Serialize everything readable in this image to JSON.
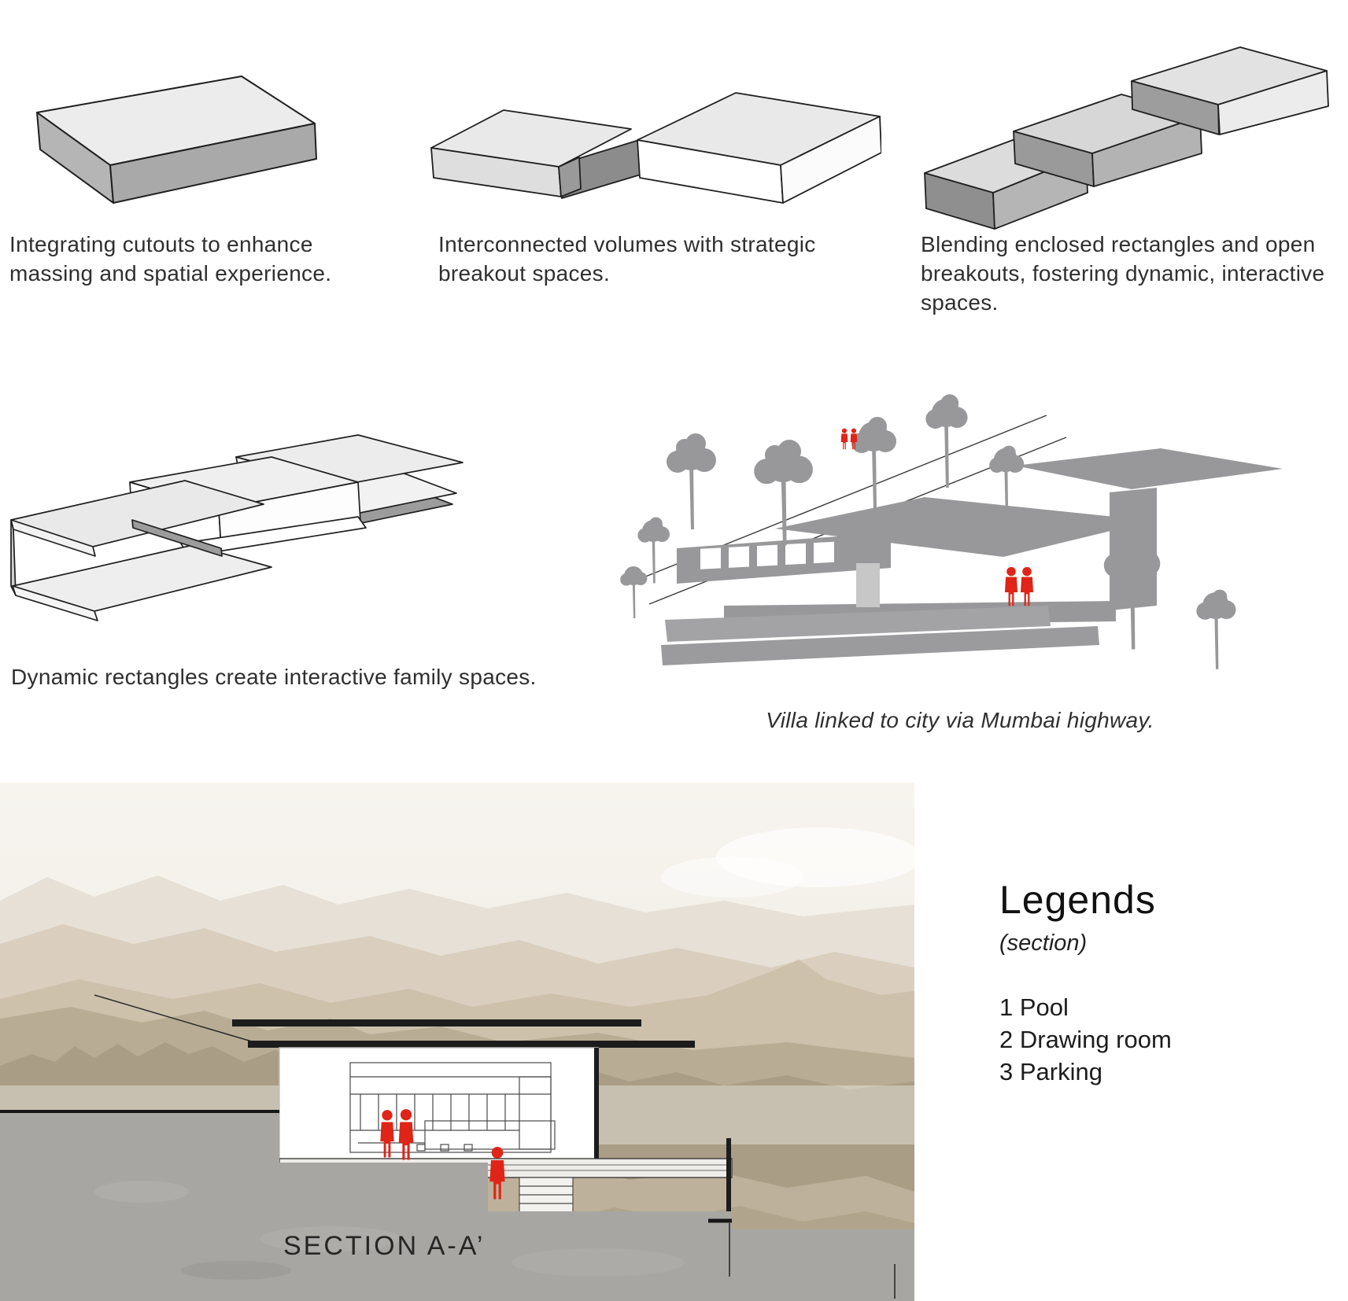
{
  "colors": {
    "accent_red": "#e02417",
    "tree_gray": "#98989a",
    "massing_top": "#ececec",
    "massing_front": "#a9a9a9",
    "mountain_far": "#e6e0d6",
    "mountain_near": "#a99d85",
    "concrete": "#a8a6a3",
    "ink": "#1f1f1f"
  },
  "diagrams": [
    {
      "name": "massing-cutouts",
      "caption": "Integrating cutouts to enhance massing and spatial experience."
    },
    {
      "name": "interconnected-volumes",
      "caption": "Interconnected volumes with strategic breakout spaces."
    },
    {
      "name": "blended-rectangles",
      "caption": "Blending enclosed rectangles and open breakouts, fostering dynamic, interactive spaces."
    },
    {
      "name": "dynamic-rectangles",
      "caption": "Dynamic rectangles create interactive family spaces."
    }
  ],
  "site_illustration": {
    "caption": "Villa linked to city via Mumbai highway."
  },
  "section": {
    "label": "SECTION A-A’"
  },
  "legends": {
    "title": "Legends",
    "subtitle": "(section)",
    "items": [
      "1 Pool",
      "2 Drawing room",
      "3 Parking"
    ]
  }
}
